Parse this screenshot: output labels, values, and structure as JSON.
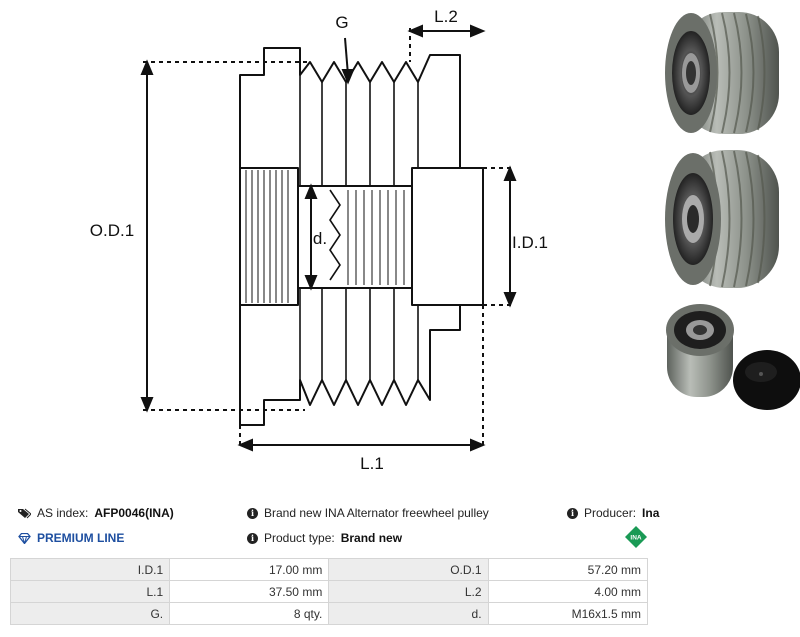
{
  "diagram": {
    "labels": {
      "g": "G",
      "l2": "L.2",
      "od1": "O.D.1",
      "d": "d.",
      "id1": "I.D.1",
      "l1": "L.1"
    }
  },
  "product": {
    "as_index_label": "AS index:",
    "as_index_value": "AFP0046(INA)",
    "premium_label": "PREMIUM LINE",
    "description": "Brand new INA Alternator freewheel pulley",
    "product_type_label": "Product type:",
    "product_type_value": "Brand new",
    "producer_label": "Producer:",
    "producer_value": "Ina",
    "logo_text": "INA"
  },
  "specs": {
    "rows": [
      {
        "k1": "I.D.1",
        "v1": "17.00 mm",
        "k2": "O.D.1",
        "v2": "57.20 mm"
      },
      {
        "k1": "L.1",
        "v1": "37.50 mm",
        "k2": "L.2",
        "v2": "4.00 mm"
      },
      {
        "k1": "G.",
        "v1": "8 qty.",
        "k2": "d.",
        "v2": "M16x1.5 mm"
      }
    ]
  },
  "icons": [
    "tag-icon",
    "diamond-icon",
    "info-icon",
    "ina-logo"
  ],
  "colors": {
    "premium": "#1e4fa0",
    "ina_green": "#1a9a55",
    "table_key_bg": "#ededed"
  }
}
